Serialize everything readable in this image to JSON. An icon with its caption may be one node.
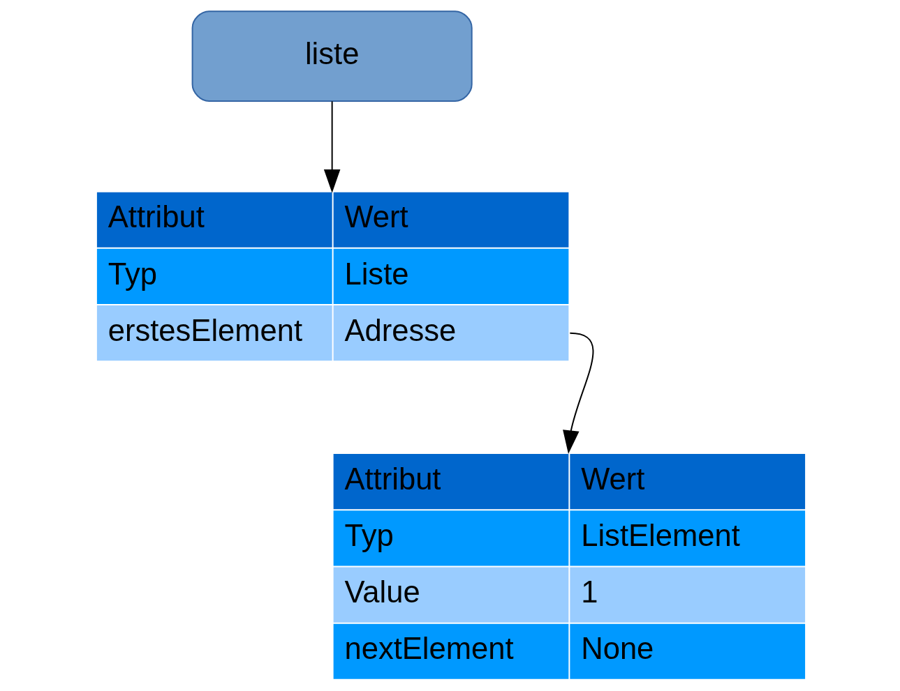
{
  "diagram": {
    "nodes": [
      {
        "text": [
          "liste"
        ]
      },
      {
        "text": [
          "Attribut",
          "Wert",
          "Typ",
          "Liste",
          "erstesElement",
          "Adresse"
        ]
      },
      {
        "text": [
          "Attribut",
          "Wert",
          "Typ",
          "ListElement",
          "Value",
          "1",
          "nextElement",
          "None"
        ]
      }
    ],
    "edges": [
      {
        "from": 0,
        "to": 1,
        "arrow": "to"
      },
      {
        "from": 1,
        "to": 2,
        "arrow": "to"
      }
    ]
  }
}
